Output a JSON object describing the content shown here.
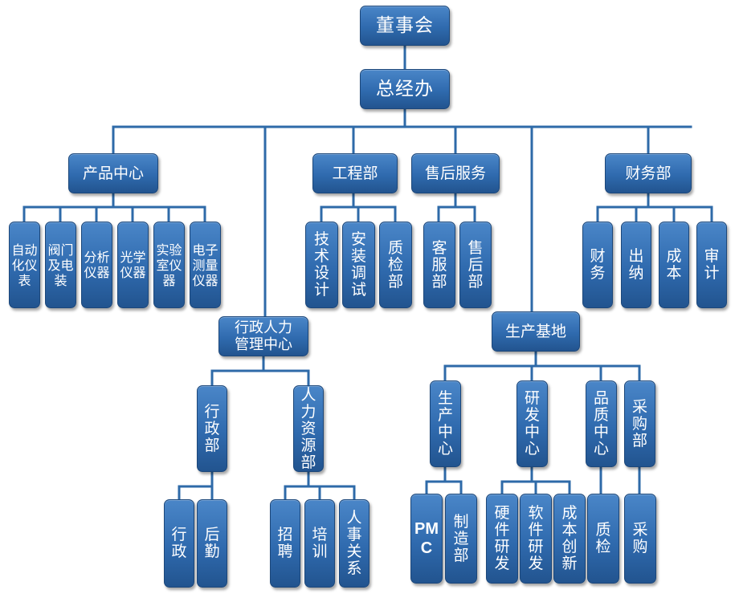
{
  "org": {
    "board": "董事会",
    "gm_office": "总经办",
    "product_center": {
      "label": "产品中心",
      "children": [
        "自动化仪表",
        "阀门及电装",
        "分析仪器",
        "光学仪器",
        "实验室仪器",
        "电子测量仪器"
      ]
    },
    "engineering": {
      "label": "工程部",
      "children": [
        "技术设计",
        "安装调试",
        "质检部"
      ]
    },
    "after_sales": {
      "label": "售后服务",
      "children": [
        "客服部",
        "售后部"
      ]
    },
    "finance": {
      "label": "财务部",
      "children": [
        "财务",
        "出纳",
        "成本",
        "审计"
      ]
    },
    "admin_hr": {
      "label": "行政人力管理中心",
      "admin": {
        "label": "行政部",
        "children": [
          "行政",
          "后勤"
        ]
      },
      "hr": {
        "label": "人力资源部",
        "children": [
          "招聘",
          "培训",
          "人事关系"
        ]
      }
    },
    "production_base": {
      "label": "生产基地",
      "production_center": {
        "label": "生产中心",
        "children": [
          "PMC",
          "制造部"
        ]
      },
      "rd_center": {
        "label": "研发中心",
        "children": [
          "硬件研发",
          "软件研发",
          "成本创新"
        ]
      },
      "quality_center": {
        "label": "品质中心",
        "children": [
          "质检"
        ]
      },
      "purchasing": {
        "label": "采购部",
        "children": [
          "采购"
        ]
      }
    }
  },
  "colors": {
    "box_top": "#4a86c8",
    "box_bottom": "#22548f",
    "connector": "#2e6aa8",
    "text": "#ffffff"
  }
}
